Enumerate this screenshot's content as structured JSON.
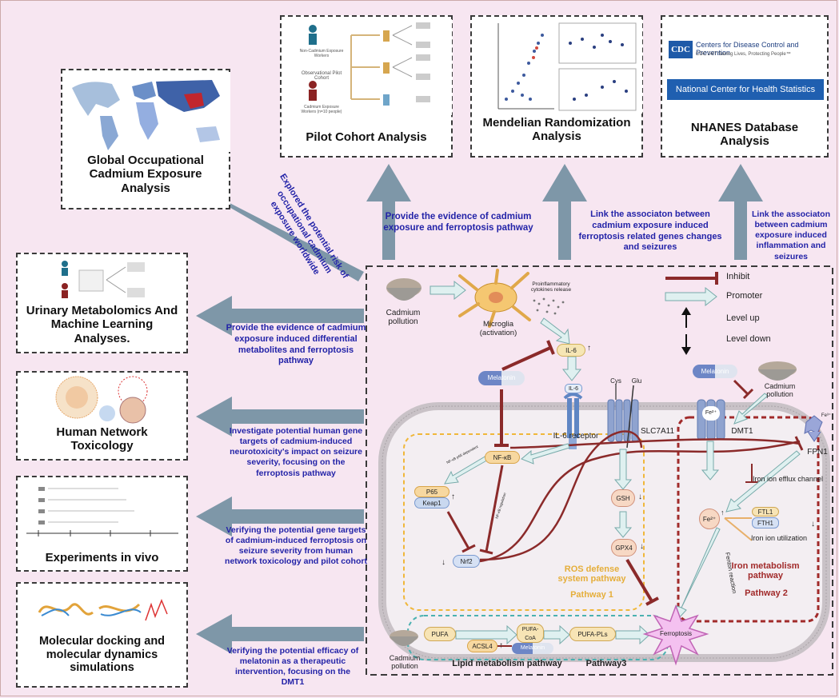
{
  "colors": {
    "background": "#f7e6f1",
    "arrow": "#7e97a8",
    "inhibit": "#8b2a2a",
    "text_blue": "#2323a8",
    "pathway1": "#f0b73a",
    "pathway2": "#a12a2a",
    "pathway3": "#4ab1b1"
  },
  "boxes": {
    "global": {
      "title": "Global Occupational Cadmium Exposure Analysis"
    },
    "pilot": {
      "title": "Pilot Cohort Analysis",
      "thumb_labels": [
        "Non-Cadmium Exposure Workers",
        "Observational Pilot Cohort",
        "Cadmium Exposure Workers (n=10 people)"
      ]
    },
    "mendelian": {
      "title": "Mendelian Randomization Analysis"
    },
    "nhanes": {
      "title": "NHANES Database Analysis",
      "cdc_logo": "CDC",
      "cdc_name": "Centers for Disease Control and Prevention",
      "cdc_tagline": "CDC 24/7 Saving Lives, Protecting People™",
      "nchs": "National Center for Health Statistics"
    },
    "urinary": {
      "title": "Urinary Metabolomics And Machine Learning Analyses."
    },
    "network": {
      "title": "Human Network Toxicology"
    },
    "vivo": {
      "title": "Experiments in vivo"
    },
    "docking": {
      "title": "Molecular docking and molecular dynamics simulations"
    }
  },
  "annotations": {
    "explored": "Explored the potential risk of occupational cadmium exposure worldwide",
    "pilot": "Provide the evidence of cadmium exposure and ferroptosis pathway",
    "mendelian": "Link the associaton between cadmium exposure induced ferroptosis related genes changes and seizures",
    "nhanes": "Link the associaton between cadmium exposure induced inflammation and seizures",
    "urinary": "Provide the evidence of cadmium exposure induced differential metabolites and ferroptosis pathway",
    "network": "Investigate potential human gene targets of cadmium-induced neurotoxicity's impact on seizure severity, focusing on the ferroptosis pathway",
    "vivo": "Verifying the potential gene targets of cadmium-induced ferroptosis on seizure severity from human network toxicology and pilot cohort",
    "docking": "Verifying the potential efficacy of melatonin as a therapeutic intervention, focusing on the DMT1"
  },
  "legend": {
    "inhibit": "Inhibit",
    "promoter": "Promoter",
    "level_up": "Level up",
    "level_down": "Level down"
  },
  "mechanism": {
    "cadmium_pollution": "Cadmium pollution",
    "microglia": "Microglia (activation)",
    "cytokines": "Proinflammatory cytokines release",
    "il6": "IL-6",
    "il6_receptor": "IL-6 receptor",
    "melatonin": "Melatonin",
    "nfkb": "NF-κB",
    "p65": "P65",
    "keap1": "Keap1",
    "nrf2": "Nrf2",
    "cys": "Cys",
    "glu": "Glu",
    "slc7a11": "SLC7A11",
    "gsh": "GSH",
    "gpx4": "GPX4",
    "dmt1": "DMT1",
    "fe2": "Fe²⁺",
    "fe3": "Fe³⁺",
    "fpn1": "FPN1",
    "iron_efflux": "Iron ion efflux channel",
    "ftl1": "FTL1",
    "fth1": "FTH1",
    "iron_utilization": "Iron ion utilization",
    "fenton": "Fenton reaction",
    "ros": "ROS defense system pathway",
    "pathway1": "Pathway 1",
    "iron_pathway": "Iron metabolism pathway",
    "pathway2": "Pathway 2",
    "pufa": "PUFA",
    "pufa_coa": "PUFA-CoA",
    "pufa_pls": "PUFA-PLs",
    "acsl4": "ACSL4",
    "ferroptosis": "Ferroptosis",
    "lipid": "Lipid metabolism pathway",
    "pathway3": "Pathway3",
    "nfkb_p65_note": "NF-κB p65 dependent",
    "nfkb_regulation": "NF-κB regulation"
  }
}
